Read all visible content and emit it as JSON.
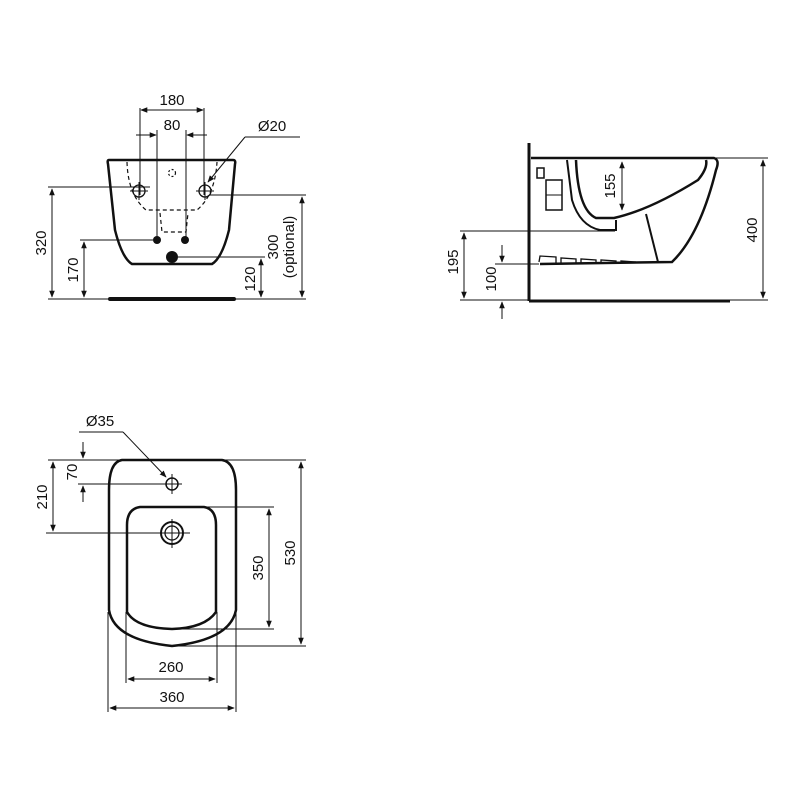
{
  "diagram": {
    "type": "technical-drawing",
    "subject": "wall-hung bidet",
    "views": {
      "front": {
        "dimensions": {
          "tap_spacing_outer": "180",
          "tap_spacing_inner": "80",
          "inlet_diameter": "Ø20",
          "height_320": "320",
          "height_170": "170",
          "height_120": "120",
          "height_300": "300",
          "height_300_note": "(optional)"
        }
      },
      "side": {
        "dimensions": {
          "bowl_depth": "155",
          "total_height": "400",
          "height_195": "195",
          "height_100": "100"
        }
      },
      "top": {
        "dimensions": {
          "tap_hole_diameter": "Ø35",
          "offset_70": "70",
          "offset_210": "210",
          "bowl_length": "350",
          "total_length": "530",
          "bowl_width": "260",
          "total_width": "360"
        }
      }
    }
  }
}
